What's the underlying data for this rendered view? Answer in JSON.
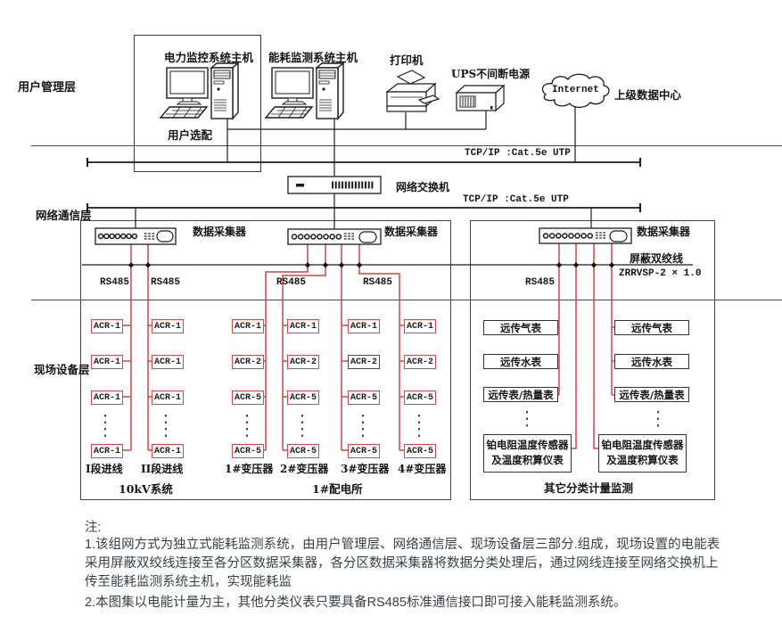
{
  "layers": {
    "user": "用户管理层",
    "network": "网络通信层",
    "field": "现场设备层"
  },
  "top": {
    "host1": "电力监控系统主机",
    "host2": "能耗监测系统主机",
    "group_box_label": "用户选配",
    "printer": "打印机",
    "ups": "UPS不间断电源",
    "internet": "Internet",
    "datacenter": "上级数据中心"
  },
  "network": {
    "tcpip": "TCP/IP :Cat.5e UTP",
    "switch_label": "网络交换机",
    "collector_label": "数据采集器",
    "rs485": "RS485",
    "shielded_pair": "屏蔽双绞线",
    "cable_model": "ZRRVSP-2 × 1.0"
  },
  "field": {
    "acr_columns": [
      {
        "rows": [
          "ACR-1",
          "ACR-1",
          "ACR-1"
        ],
        "bottom": "ACR-1",
        "label": "I段进线"
      },
      {
        "rows": [
          "ACR-1",
          "ACR-1",
          "ACR-1"
        ],
        "bottom": "ACR-1",
        "label": "II段进线"
      },
      {
        "rows": [
          "ACR-1",
          "ACR-2",
          "ACR-5"
        ],
        "bottom": "ACR-5",
        "label": "1#变压器"
      },
      {
        "rows": [
          "ACR-1",
          "ACR-2",
          "ACR-5"
        ],
        "bottom": "ACR-5",
        "label": "2#变压器"
      },
      {
        "rows": [
          "ACR-1",
          "ACR-2",
          "ACR-5"
        ],
        "bottom": "ACR-5",
        "label": "3#变压器"
      },
      {
        "rows": [
          "ACR-1",
          "ACR-2",
          "ACR-5"
        ],
        "bottom": "ACR-5",
        "label": "4#变压器"
      }
    ],
    "group1": "10kV系统",
    "group2": "1#配电所",
    "meters": {
      "gas": "远传气表",
      "water": "远传水表",
      "heat": "远传表/热量表",
      "sensor_line1": "铂电阻温度传感器",
      "sensor_line2": "及温度积算仪表",
      "caption": "其它分类计量监测"
    }
  },
  "notes": {
    "title": "注:",
    "note1": "1.该组网方式为独立式能耗监测系统，由用户管理层、网络通信层、现场设备层三部分.组成，现场设置的电能表采用屏蔽双绞线连接至各分区数据采集器，各分区数据采集器将数据分类处理后，通过网线连接至网络交换机上传至能耗监测系统主机，实现能耗监",
    "note2": "2.本图集以电能计量为主，其他分类仪表只要具备RS485标准通信接口即可接入能耗监测系统。"
  },
  "colors": {
    "red_line": "#d04545",
    "black_line": "#1c1c1c",
    "note_text": "#3b4045"
  }
}
